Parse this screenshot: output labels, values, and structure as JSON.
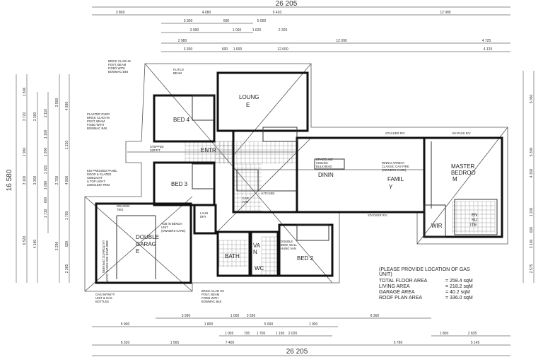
{
  "plan": {
    "overall_width": "26 205",
    "overall_width_top": "26 205",
    "overall_depth": "16 580",
    "rooms": {
      "lounge": [
        "LOUNG",
        "E"
      ],
      "bed4": "BED 4",
      "bed3": "BED 3",
      "entry": "ENTR",
      "garage": [
        "DOUBLE",
        "GARAG",
        "E"
      ],
      "dining": "DININ",
      "family": [
        "FAMIL",
        "Y"
      ],
      "master": [
        "MASTER",
        "BEDROO",
        "M"
      ],
      "bath": "BATH",
      "vanity": [
        "VA",
        "N"
      ],
      "wc": "WC",
      "bed2": "BED 2",
      "wir": "WIR",
      "ensuite": [
        "EN",
        "SU",
        "ITE"
      ],
      "kitchen": "KITCHEN",
      "pantry": [
        "CAR",
        "PAN"
      ],
      "laundry": [
        "LAUN",
        "DRY"
      ]
    },
    "notes": {
      "brick_top": [
        "BRICK CLAD H8",
        "POST, BEAM",
        "FIXED WITH",
        "BOWMAC B48"
      ],
      "plaster": [
        "PLASTER OVER",
        "BRICK CLAD H8",
        "POST, BEAM",
        "FIXED WITH",
        "BOWMAC B48"
      ],
      "door": [
        "810 PRESSED PANEL",
        "DOOR & GLAZED",
        "SIDELIGHT",
        "& TOP LIGHT",
        "2300x1540 TRIM"
      ],
      "gas": [
        "GAS INFINITY",
        "UNIT & GAS",
        "BOTTLES"
      ],
      "brick_bottom": [
        "BRICK CLAD H8",
        "POST, BEAM",
        "FIXED WITH",
        "BOWMAC B48"
      ],
      "flitch": [
        "FLITCH",
        "BEAM"
      ],
      "stepped": [
        "STEPPED",
        "SOFFIT"
      ],
      "tub": [
        "TUB IN BENCH",
        "UNIT",
        "(OWNERS CARE)"
      ],
      "bulkhead": [
        "BRADELINE",
        "CEILING",
        "BULKHEAD"
      ],
      "fire": [
        "RINNAI ARREVA",
        "CLASSIC GAS FIRE",
        "(OWNERS CARE)"
      ],
      "robe": [
        "DOUBLE",
        "BOW, WALL",
        "HUNG VAN"
      ],
      "stacker1": "STACKER R/V",
      "stacker2": "STACKER R/V",
      "bypass": "BY-PASS R/V",
      "garage_door": [
        "4800 WIDE SECTIONAL DOOR",
        "(AUTOMATIC OPENER)"
      ],
      "dragon": [
        "DRAGON",
        "TIES"
      ]
    },
    "summary": {
      "request": [
        "(PLEASE PROVIDE LOCATION OF GAS",
        "UNIT)"
      ],
      "rows": [
        {
          "label": "TOTAL FLOOR AREA",
          "value": "= 258.4 sqM"
        },
        {
          "label": "LIVING AREA",
          "value": "= 218.2 sqM"
        },
        {
          "label": "GARAGE AREA",
          "value": "= 40.2 sqM"
        },
        {
          "label": "ROOF PLAN AREA",
          "value": "= 336.0 sqM"
        }
      ]
    },
    "dims_top": {
      "row1": [
        "3 809",
        "4 080",
        "5 420",
        "12 985"
      ],
      "row2": [
        "3 300",
        "600",
        "5 000"
      ],
      "row3": [
        "3 990",
        "1 000",
        "1 620",
        "2 200"
      ],
      "row4": [
        "2 980",
        "12 090",
        "4 725"
      ],
      "row5": [
        "3 300",
        "600",
        "1 000",
        "12 600",
        "4 125"
      ]
    },
    "dims_bottom": {
      "row1": [
        "3 990",
        "1 000",
        "3 550",
        "8 360"
      ],
      "row2": [
        "5 900",
        "1 800",
        "5 690",
        "1 000"
      ],
      "row3": [
        "1 005",
        "705",
        "1 700",
        "1 190",
        "2 020",
        "1 800",
        "2 835"
      ],
      "row4": [
        "6 320",
        "1 565",
        "7 400",
        "5 780",
        "5 145"
      ]
    },
    "dims_left": {
      "col1": [
        "1 806",
        "3 720",
        "1 980",
        "3 100",
        "6 520"
      ],
      "col2": [
        "3 300",
        "3 300",
        "4 180"
      ],
      "col3": [
        "2 110",
        "1 100",
        "1 900",
        "1 020",
        "1 090",
        "600",
        "1 710"
      ],
      "col4": [
        "3 900",
        "2 700",
        "3 290"
      ],
      "col5": [
        "4 880",
        "1 220",
        "4 800",
        "1 700",
        "520",
        "2 365"
      ]
    },
    "dims_right": {
      "col1": [
        "5 050",
        "5 300",
        "4 300",
        "1 200",
        "600",
        "3 100",
        "2 575"
      ]
    }
  }
}
